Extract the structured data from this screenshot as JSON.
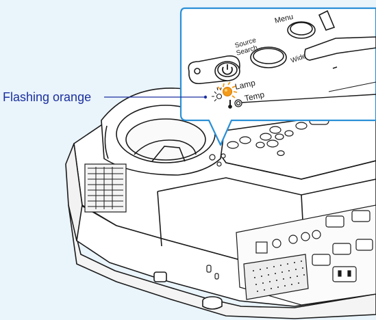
{
  "callout": {
    "text": "Flashing orange",
    "color": "#1b2f9e"
  },
  "panel_labels": {
    "menu": "Menu",
    "source_search_line1": "Source",
    "source_search_line2": "Search",
    "wide": "Wide",
    "lamp": "Lamp",
    "temp": "Temp"
  },
  "colors": {
    "background": "#e9f4fb",
    "zoom_border": "#2a8fd6",
    "indicator_flashing": "#f39a1a",
    "leader_line": "#1b2f9e"
  },
  "icons": [
    "power-icon",
    "lamp-indicator-icon",
    "temp-indicator-icon",
    "ac-inlet-icon",
    "kensington-lock-icon"
  ]
}
